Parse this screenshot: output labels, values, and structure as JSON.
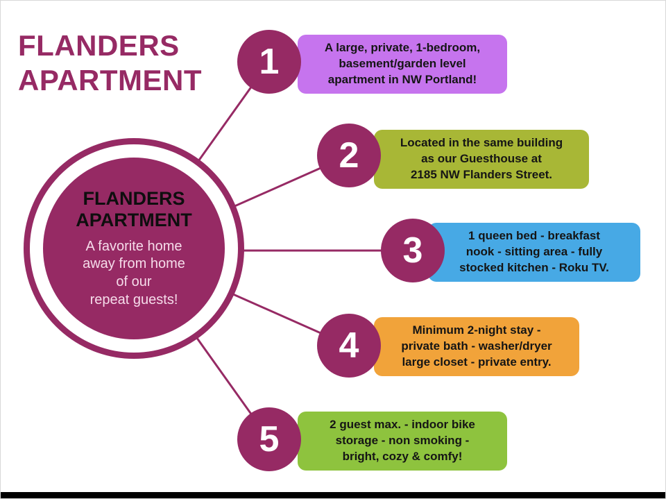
{
  "title": "FLANDERS\nAPARTMENT",
  "center": {
    "heading": "FLANDERS\nAPARTMENT",
    "tagline": "A favorite home\naway from home\nof our\nrepeat guests!"
  },
  "items": [
    {
      "number": "1",
      "text": "A large, private, 1-bedroom,\nbasement/garden level\napartment in NW Portland!",
      "color": "#c674ee"
    },
    {
      "number": "2",
      "text": "Located in the same building\nas our Guesthouse at\n2185 NW Flanders Street.",
      "color": "#a8b736"
    },
    {
      "number": "3",
      "text": "1 queen bed - breakfast\nnook - sitting area - fully\nstocked kitchen - Roku TV.",
      "color": "#47a9e5"
    },
    {
      "number": "4",
      "text": "Minimum 2-night stay -\nprivate bath - washer/dryer\nlarge closet - private entry.",
      "color": "#f1a33a"
    },
    {
      "number": "5",
      "text": "2 guest max. - indoor  bike\nstorage - non smoking -\nbright, cozy & comfy!",
      "color": "#8ec33e"
    }
  ],
  "colors": {
    "accent": "#962a64",
    "bottom_bar": "#000000",
    "background": "#ffffff"
  }
}
